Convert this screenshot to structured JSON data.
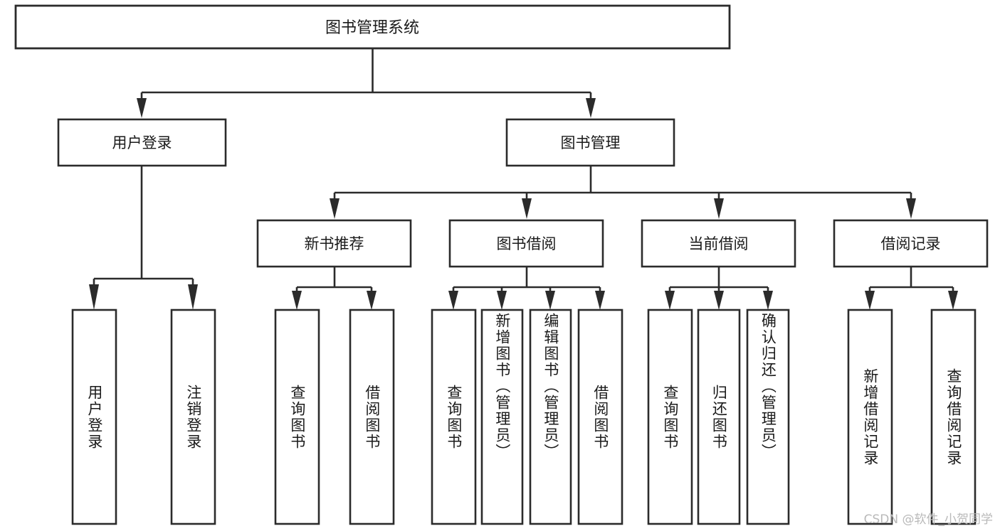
{
  "diagram": {
    "type": "tree-hierarchy",
    "title": "图书管理系统",
    "orientation": "top-down",
    "colors": {
      "box_fill": "#ffffff",
      "box_stroke": "#2b2b2b",
      "text": "#1a1a1a",
      "background": "#ffffff",
      "watermark": "#b9b9b9"
    },
    "root": {
      "id": "root",
      "label": "图书管理系统"
    },
    "level2": [
      {
        "id": "user-login",
        "label": "用户登录"
      },
      {
        "id": "book-manage",
        "label": "图书管理"
      }
    ],
    "level3": [
      {
        "id": "new-book-recommend",
        "label": "新书推荐",
        "parent": "book-manage"
      },
      {
        "id": "book-borrow",
        "label": "图书借阅",
        "parent": "book-manage"
      },
      {
        "id": "current-borrow",
        "label": "当前借阅",
        "parent": "book-manage"
      },
      {
        "id": "borrow-record",
        "label": "借阅记录",
        "parent": "book-manage"
      }
    ],
    "leaves": [
      {
        "id": "leaf-user-login",
        "label": "用户登录",
        "parent": "user-login"
      },
      {
        "id": "leaf-user-logout",
        "label": "注销登录",
        "parent": "user-login"
      },
      {
        "id": "leaf-query-book-1",
        "label": "查询图书",
        "parent": "new-book-recommend"
      },
      {
        "id": "leaf-borrow-book-1",
        "label": "借阅图书",
        "parent": "new-book-recommend"
      },
      {
        "id": "leaf-query-book-2",
        "label": "查询图书",
        "parent": "book-borrow"
      },
      {
        "id": "leaf-add-book",
        "label": "新增图书（管理员）",
        "parent": "book-borrow"
      },
      {
        "id": "leaf-edit-book",
        "label": "编辑图书（管理员）",
        "parent": "book-borrow"
      },
      {
        "id": "leaf-borrow-book-2",
        "label": "借阅图书",
        "parent": "book-borrow"
      },
      {
        "id": "leaf-query-book-3",
        "label": "查询图书",
        "parent": "current-borrow"
      },
      {
        "id": "leaf-return-book",
        "label": "归还图书",
        "parent": "current-borrow"
      },
      {
        "id": "leaf-confirm-return",
        "label": "确认归还（管理员）",
        "parent": "current-borrow"
      },
      {
        "id": "leaf-add-record",
        "label": "新增借阅记录",
        "parent": "borrow-record"
      },
      {
        "id": "leaf-query-record",
        "label": "查询借阅记录",
        "parent": "borrow-record"
      }
    ]
  },
  "watermark": {
    "text": "CSDN @软件_小贺同学"
  }
}
